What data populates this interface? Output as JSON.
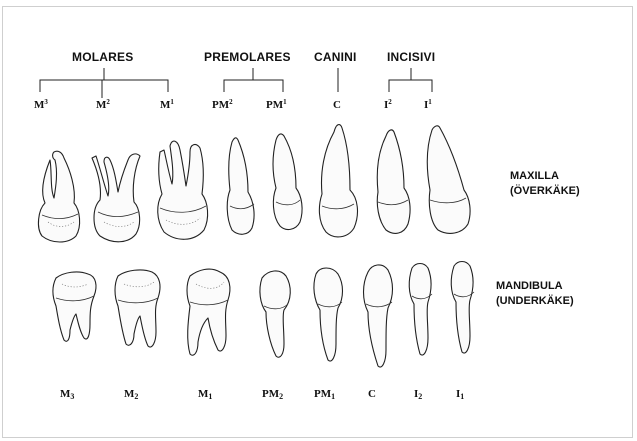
{
  "groups": {
    "molares": "MOLARES",
    "premolares": "PREMOLARES",
    "canini": "CANINI",
    "incisivi": "INCISIVI"
  },
  "upper_labels": [
    {
      "base": "M",
      "sup": "3"
    },
    {
      "base": "M",
      "sup": "2"
    },
    {
      "base": "M",
      "sup": "1"
    },
    {
      "base": "PM",
      "sup": "2"
    },
    {
      "base": "PM",
      "sup": "1"
    },
    {
      "base": "C",
      "sup": ""
    },
    {
      "base": "I",
      "sup": "2"
    },
    {
      "base": "I",
      "sup": "1"
    }
  ],
  "lower_labels": [
    {
      "base": "M",
      "sub": "3"
    },
    {
      "base": "M",
      "sub": "2"
    },
    {
      "base": "M",
      "sub": "1"
    },
    {
      "base": "PM",
      "sub": "2"
    },
    {
      "base": "PM",
      "sub": "1"
    },
    {
      "base": "C",
      "sub": ""
    },
    {
      "base": "I",
      "sub": "2"
    },
    {
      "base": "I",
      "sub": "1"
    }
  ],
  "maxilla": {
    "line1": "MAXILLA",
    "line2": "(ÖVERKÄKE)"
  },
  "mandibula": {
    "line1": "MANDIBULA",
    "line2": "(UNDERKÄKE)"
  }
}
